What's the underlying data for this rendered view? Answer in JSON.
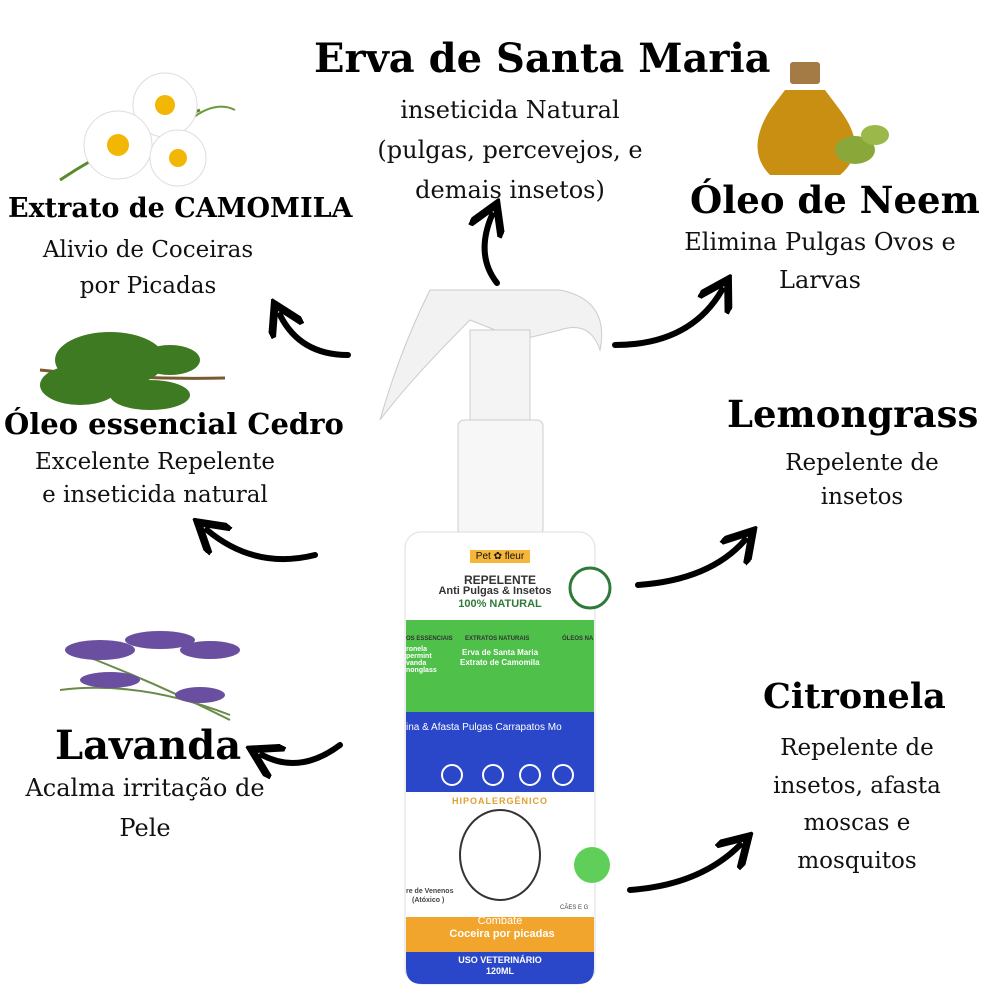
{
  "items": [
    {
      "title": "Erva de Santa Maria",
      "lines": [
        "inseticida Natural",
        "(pulgas, percevejos, e",
        "demais insetos)"
      ]
    },
    {
      "title": "Extrato de CAMOMILA",
      "lines": [
        "Alivio de Coceiras",
        "por Picadas"
      ]
    },
    {
      "title": "Óleo de Neem",
      "lines": [
        "Elimina Pulgas Ovos e",
        "Larvas"
      ]
    },
    {
      "title": "Óleo essencial Cedro",
      "lines": [
        "Excelente Repelente",
        "e inseticida natural"
      ]
    },
    {
      "title": "Lemongrass",
      "lines": [
        "Repelente de",
        "insetos"
      ]
    },
    {
      "title": "Lavanda",
      "lines": [
        "Acalma irritação de",
        "Pele"
      ]
    },
    {
      "title": "Citronela",
      "lines": [
        "Repelente de",
        "insetos, afasta",
        "moscas e",
        "mosquitos"
      ]
    }
  ],
  "bottle": {
    "brand_left": "Pet",
    "brand_right": "fleur",
    "product": "REPELENTE",
    "subtitle": "Anti Pulgas & Insetos",
    "natural": "100% NATURAL",
    "col1_head": "OS ESSENCIAIS",
    "col1": "ronela\npermint\nvanda\nnonglass",
    "col2_head": "EXTRATOS NATURAIS",
    "col2": [
      "Erva de Santa Maria",
      "Extrato de Camomila"
    ],
    "col3_head": "ÓLEOS NA",
    "blue_band": "ina & Afasta  Pulgas  Carrapatos  Mo",
    "hypo": "HIPOALERGÊNICO",
    "free": "re de Venenos",
    "atox": "(Atóxico )",
    "caes": "CÃES E G",
    "combate": "Combate",
    "coceira": "Coceira por picadas",
    "uso": "USO VETERINÁRIO",
    "volume": "120ML"
  },
  "colors": {
    "green": "#4fc14a",
    "blue": "#2a47c9",
    "orange": "#f2a52c",
    "dark_green": "#2f7a3a"
  }
}
